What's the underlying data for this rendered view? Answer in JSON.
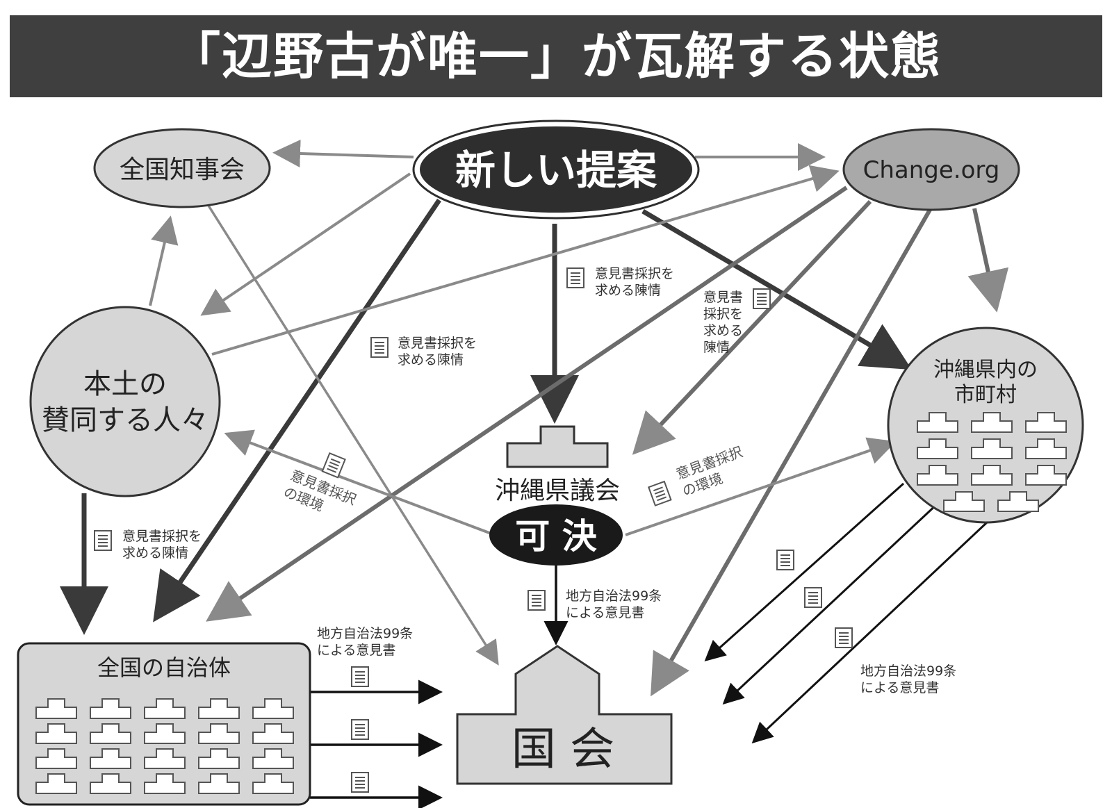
{
  "title": "「辺野古が唯一」が瓦解する状態",
  "nodes": {
    "governors": "全国知事会",
    "proposal": "新しい提案",
    "change_org": "Change.org",
    "mainland_line1": "本土の",
    "mainland_line2": "賛同する人々",
    "okinawa_munis_line1": "沖縄県内の",
    "okinawa_munis_line2": "市町村",
    "assembly": "沖縄県議会",
    "passed": "可 決",
    "national_munis": "全国の自治体",
    "diet": "国 会"
  },
  "labels": {
    "petition_a1": "意見書採択を",
    "petition_a2": "求める陳情",
    "petition_b1": "意見書採択を",
    "petition_b2": "求める陳情",
    "petition_c1": "意見書",
    "petition_c2": "採択を",
    "petition_c3": "求める",
    "petition_c4": "陳情",
    "petition_d1": "意見書採択を",
    "petition_d2": "求める陳情",
    "env_left1": "意見書採択",
    "env_left2": "の環境",
    "env_right1": "意見書採択",
    "env_right2": "の環境",
    "law_center1": "地方自治法99条",
    "law_center2": "による意見書",
    "law_left1": "地方自治法99条",
    "law_left2": "による意見書",
    "law_right1": "地方自治法99条",
    "law_right2": "による意見書"
  },
  "colors": {
    "title_bg": "#3f3f3f",
    "dark_node": "#2e2e2e",
    "mid_node": "#a9a9a9",
    "light_node": "#d6d6d6",
    "dark_arrow": "#3a3a3a",
    "gray_arrow": "#8a8a8a",
    "black_arrow": "#111111"
  },
  "icons": {
    "document": "document-icon",
    "building": "municipal-building-icon"
  }
}
